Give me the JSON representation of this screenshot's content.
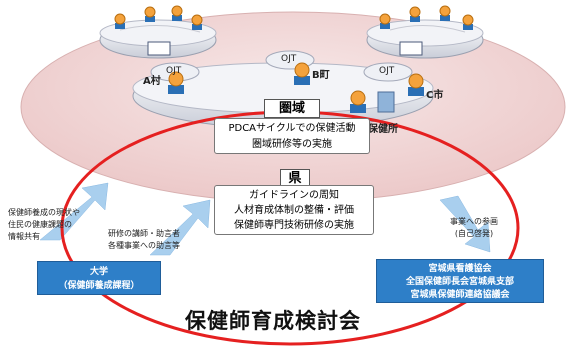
{
  "ojt": "OJT",
  "places": {
    "village_a": "A村",
    "town_b": "B町",
    "city_c": "C市",
    "health_center": "保健所"
  },
  "ken_iki": {
    "title": "圏域",
    "lines": [
      "PDCAサイクルでの保健活動",
      "圏域研修等の実施"
    ]
  },
  "ken": {
    "title": "県",
    "lines": [
      "ガイドラインの周知",
      "人材育成体制の整備・評価",
      "保健師専門技術研修の実施"
    ]
  },
  "left_notes": {
    "info_share": [
      "保健師養成の現状や",
      "住民の健康課題の",
      "情報共有"
    ],
    "lecturers": [
      "研修の講師・助言者",
      "各種事業への助言等"
    ]
  },
  "right_note": [
    "事業への参画",
    "(自己啓発)"
  ],
  "university": [
    "大学",
    "（保健師養成課程）"
  ],
  "associations": [
    "宮城県看護協会",
    "全国保健師長会宮城県支部",
    "宮城県保健師連絡協議会"
  ],
  "council_title": "保健師育成検討会",
  "colors": {
    "pink": "#f1dada",
    "blue_box": "#2e7fc8",
    "red_circle": "#e52020",
    "arrow": "#9ec8ea"
  }
}
